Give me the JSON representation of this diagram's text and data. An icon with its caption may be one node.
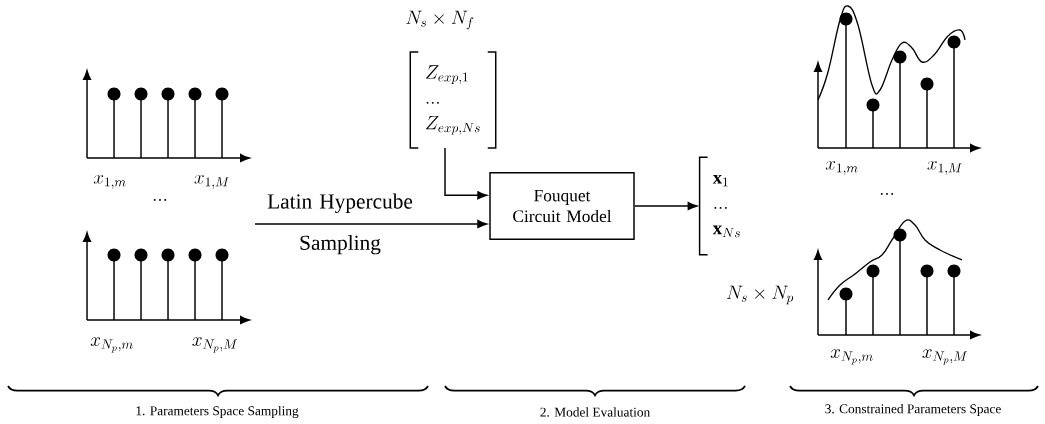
{
  "diagram": {
    "nodes": [
      {
        "text": [
          "Z_{exp,1}",
          "...",
          "Z_{exp,Ns}"
        ],
        "beside": [
          "N_s \\times N_f"
        ]
      },
      {
        "text": [
          "Fouquet Circuit Model"
        ]
      },
      {
        "text": [
          "\\mathbf{x}_1",
          "...",
          "\\mathbf{x}_{Ns}"
        ],
        "beside": [
          "N_s \\times N_p"
        ]
      }
    ],
    "edges": [
      {
        "from": 0,
        "to": 1,
        "arrow": "to"
      },
      {
        "from": null,
        "to": 1,
        "arrow": "to",
        "label": "Latin Hypercube Sampling"
      },
      {
        "from": 1,
        "to": 2,
        "arrow": "to"
      }
    ],
    "labels": [
      "x_{1,m}",
      "x_{1,M}",
      "...",
      "x_{N_p,m}",
      "x_{N_p,M}",
      "x_{1,m}",
      "x_{1,M}",
      "...",
      "x_{N_p,m}",
      "x_{N_p,M}",
      "1. Parameters Space Sampling",
      "2. Model Evaluation",
      "3. Constrained Parameters Space"
    ]
  }
}
